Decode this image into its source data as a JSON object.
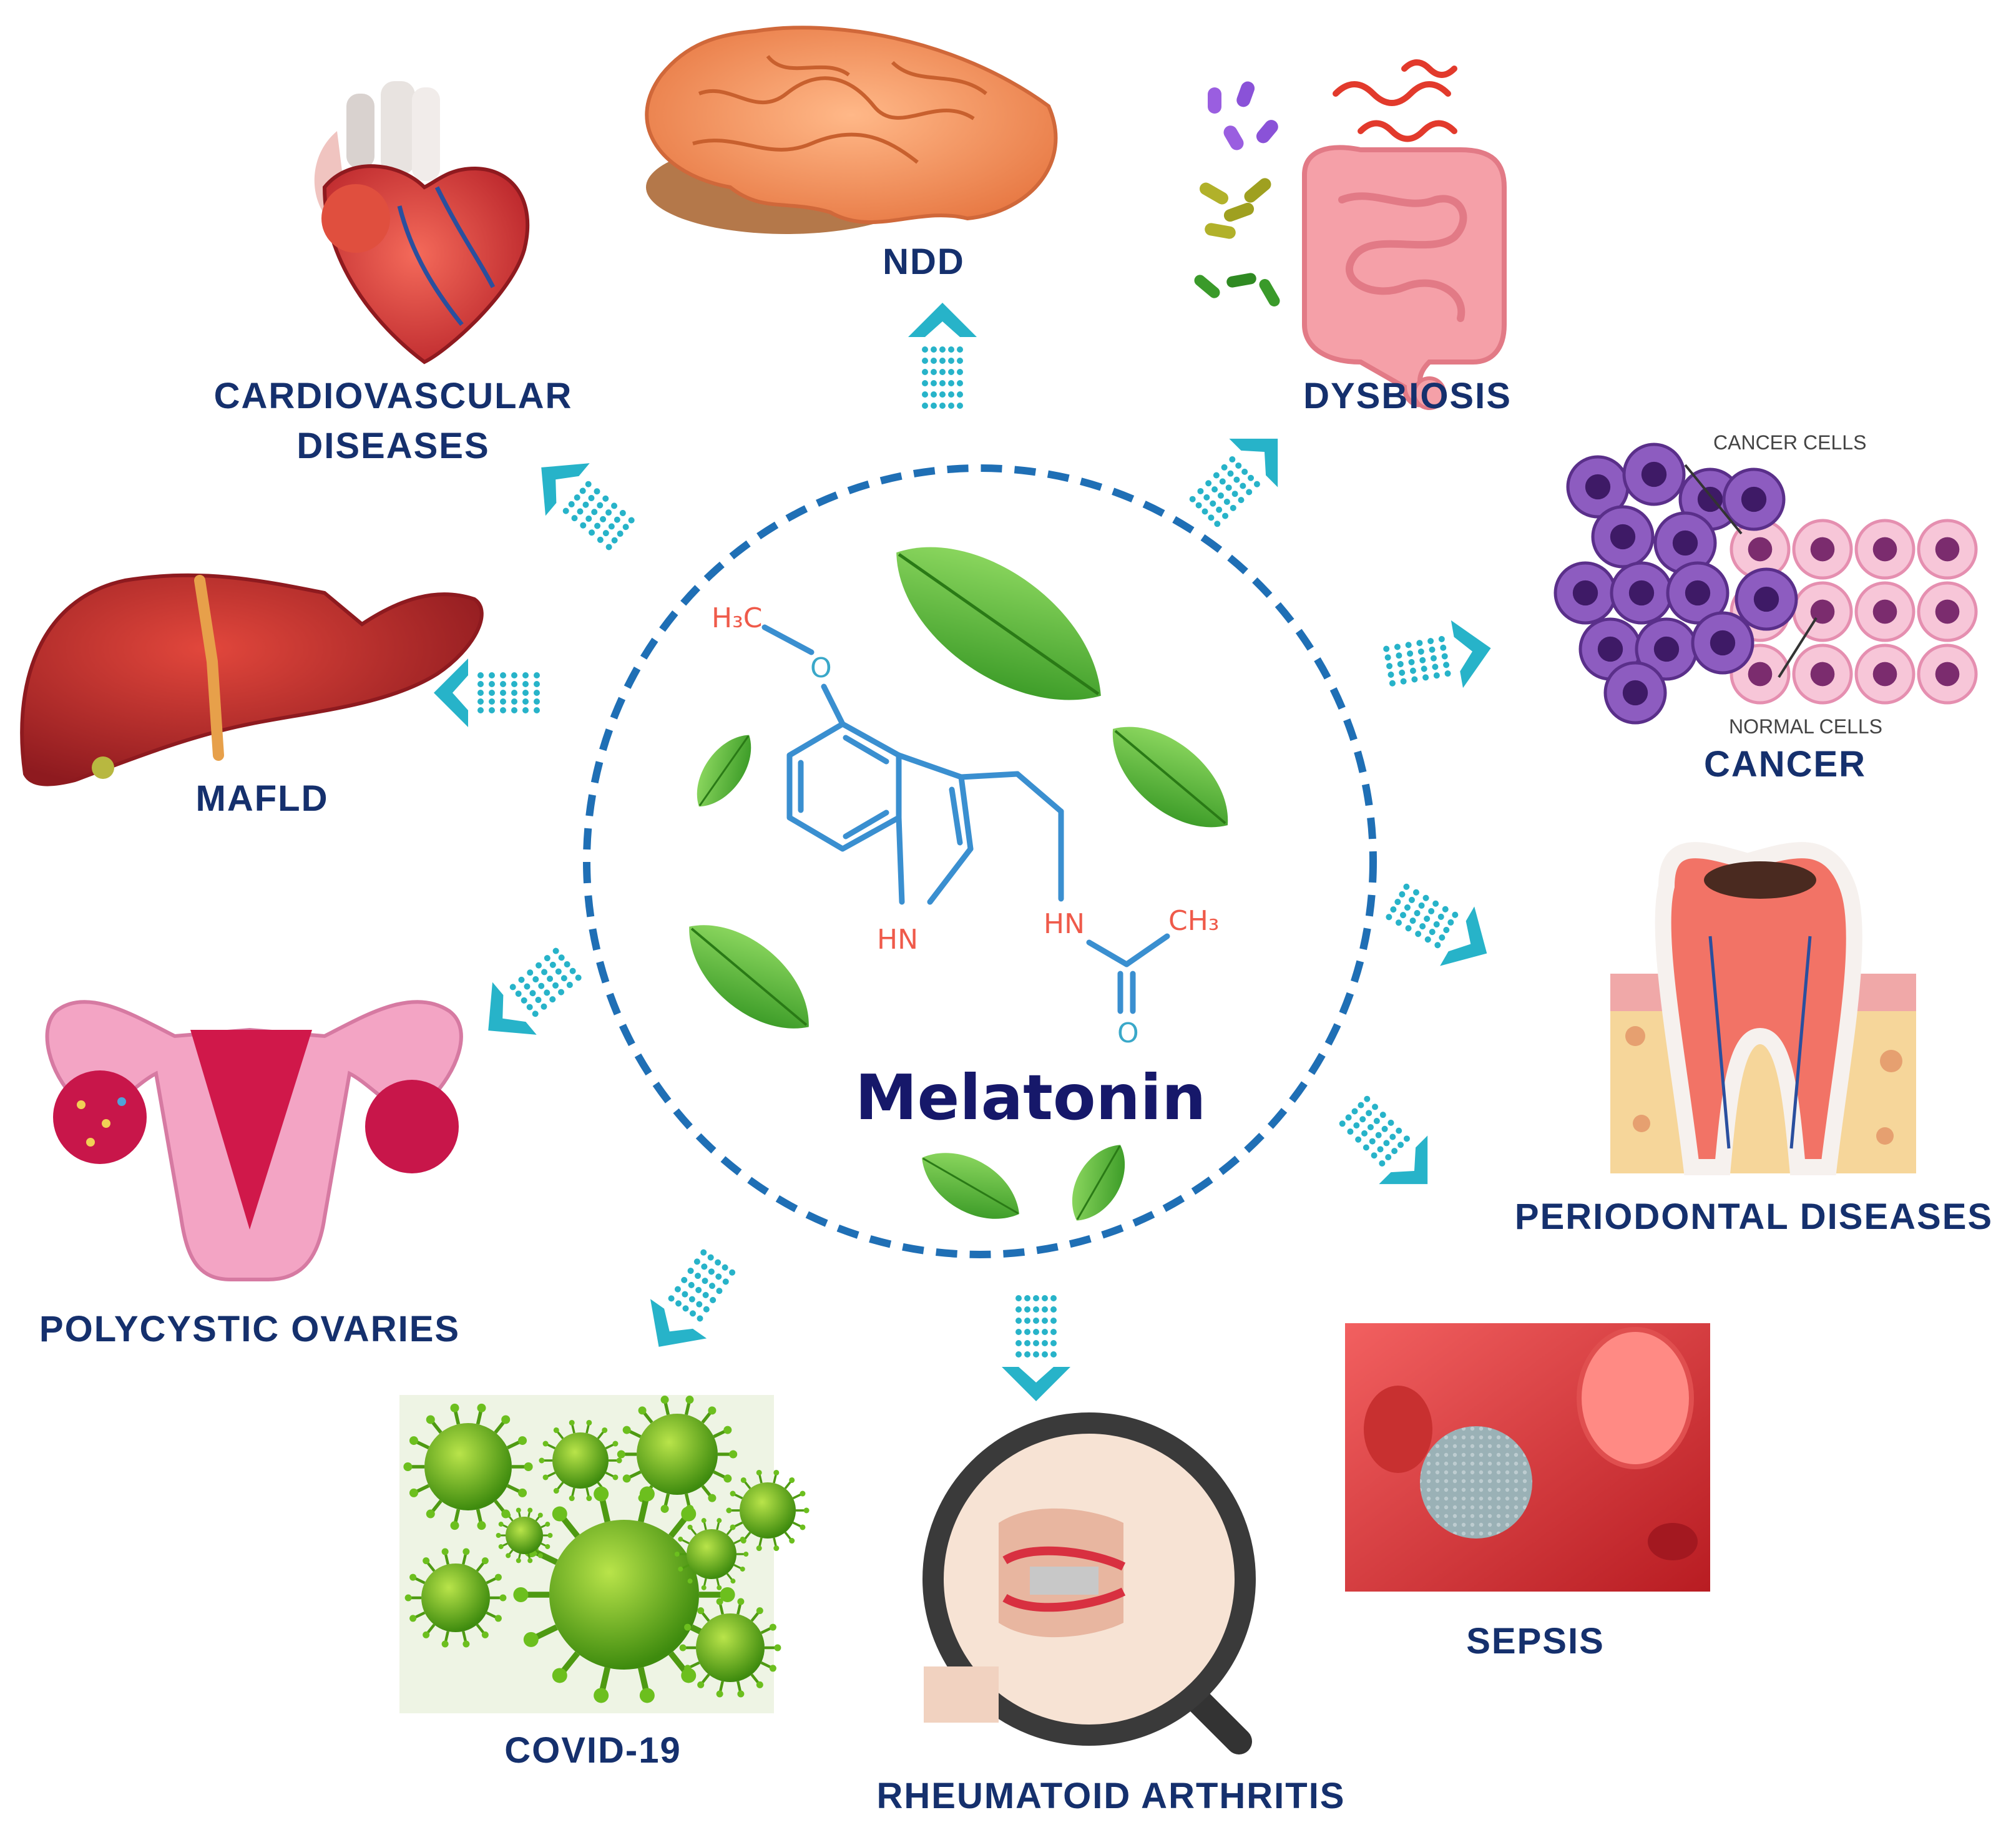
{
  "center": {
    "title": "Melatonin",
    "formula": {
      "methoxy": "H₃C",
      "oxygen1": "O",
      "indole_nh": "HN",
      "amide_nh": "HN",
      "methyl": "CH₃",
      "oxygen2": "O"
    }
  },
  "diseases": {
    "ndd": "NDD",
    "cardio_line1": "CARDIOVASCULAR",
    "cardio_line2": "DISEASES",
    "dysbiosis": "DYSBIOSIS",
    "mafld": "MAFLD",
    "cancer": "CANCER",
    "cancer_cells_label": "CANCER CELLS",
    "normal_cells_label": "NORMAL CELLS",
    "periodontal": "PERIODONTAL DISEASES",
    "polycystic": "POLYCYSTIC OVARIES",
    "covid": "COVID-19",
    "ra": "RHEUMATOID ARTHRITIS",
    "sepsis": "SEPSIS"
  },
  "colors": {
    "circle": "#1f6fb5",
    "arrow": "#27b3c9",
    "label": "#15306d",
    "molecule": "#3a8fd0",
    "heteroatom_red": "#ef5a4a",
    "leaf": "#3aa825"
  }
}
